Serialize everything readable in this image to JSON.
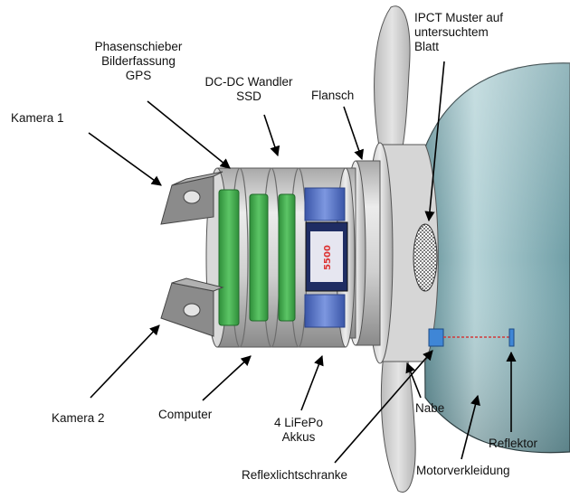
{
  "labels": {
    "kamera1": "Kamera 1",
    "kamera2": "Kamera 2",
    "phasenschieber": "Phasenschieber",
    "bilderfassung": "Bilderfassung",
    "gps": "GPS",
    "dcdc": "DC-DC Wandler",
    "ssd": "SSD",
    "flansch": "Flansch",
    "ipct_line1": "IPCT Muster auf",
    "ipct_line2": "untersuchtem",
    "ipct_line3": "Blatt",
    "computer": "Computer",
    "akkus_line1": "4 LiFePo",
    "akkus_line2": "Akkus",
    "nabe": "Nabe",
    "reflektor": "Reflektor",
    "reflexlichtschranke": "Reflexlichtschranke",
    "motorverkleidung": "Motorverkleidung"
  },
  "ssd_sticker": "5500",
  "colors": {
    "metal_light": "#e6e6e6",
    "metal_mid": "#c4c4c4",
    "metal_dark": "#8f8f8f",
    "pcb_green": "#3fae4a",
    "battery_blue": "#4f6fc8",
    "motor_teal": "#8fb8bf",
    "sensor_blue": "#3f86d6",
    "beam_red": "#d23a3a"
  }
}
